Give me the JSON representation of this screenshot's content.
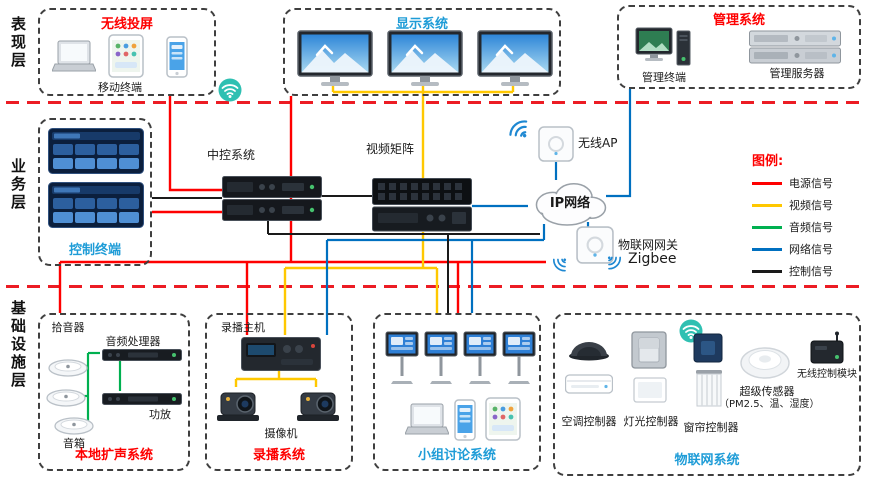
{
  "layers": {
    "presentation": "表现层",
    "business": "业务层",
    "infrastructure": "基础设施层"
  },
  "top": {
    "wireless_cast": {
      "title": "无线投屏",
      "device_label": "移动终端"
    },
    "display": {
      "title": "显示系统"
    },
    "management": {
      "title": "管理系统",
      "terminal_label": "管理终端",
      "server_label": "管理服务器"
    }
  },
  "middle": {
    "control_terminal_title": "控制终端",
    "central_control": "中控系统",
    "video_matrix": "视频矩阵",
    "wireless_ap": "无线AP",
    "ip_network": "IP网络",
    "iot_gateway": "物联网网关",
    "zigbee": "Zigbee"
  },
  "legend": {
    "title": "图例:",
    "entries": [
      {
        "label": "电源信号",
        "color": "#fe0000"
      },
      {
        "label": "视频信号",
        "color": "#ffc800"
      },
      {
        "label": "音频信号",
        "color": "#00b050"
      },
      {
        "label": "网络信号",
        "color": "#0070c0"
      },
      {
        "label": "控制信号",
        "color": "#1a1a1a"
      }
    ]
  },
  "bottom": {
    "local_sound": {
      "title": "本地扩声系统",
      "pickup": "拾音器",
      "processor": "音频处理器",
      "amplifier": "功放",
      "speaker": "音箱"
    },
    "recording": {
      "title": "录播系统",
      "host": "录播主机",
      "camera": "摄像机"
    },
    "discussion": {
      "title": "小组讨论系统"
    },
    "iot": {
      "title": "物联网系统",
      "ac": "空调控制器",
      "light": "灯光控制器",
      "curtain": "窗帘控制器",
      "sensor_line1": "超级传感器",
      "sensor_line2": "（PM2.5、温、湿度）",
      "wireless_module": "无线控制模块"
    }
  }
}
